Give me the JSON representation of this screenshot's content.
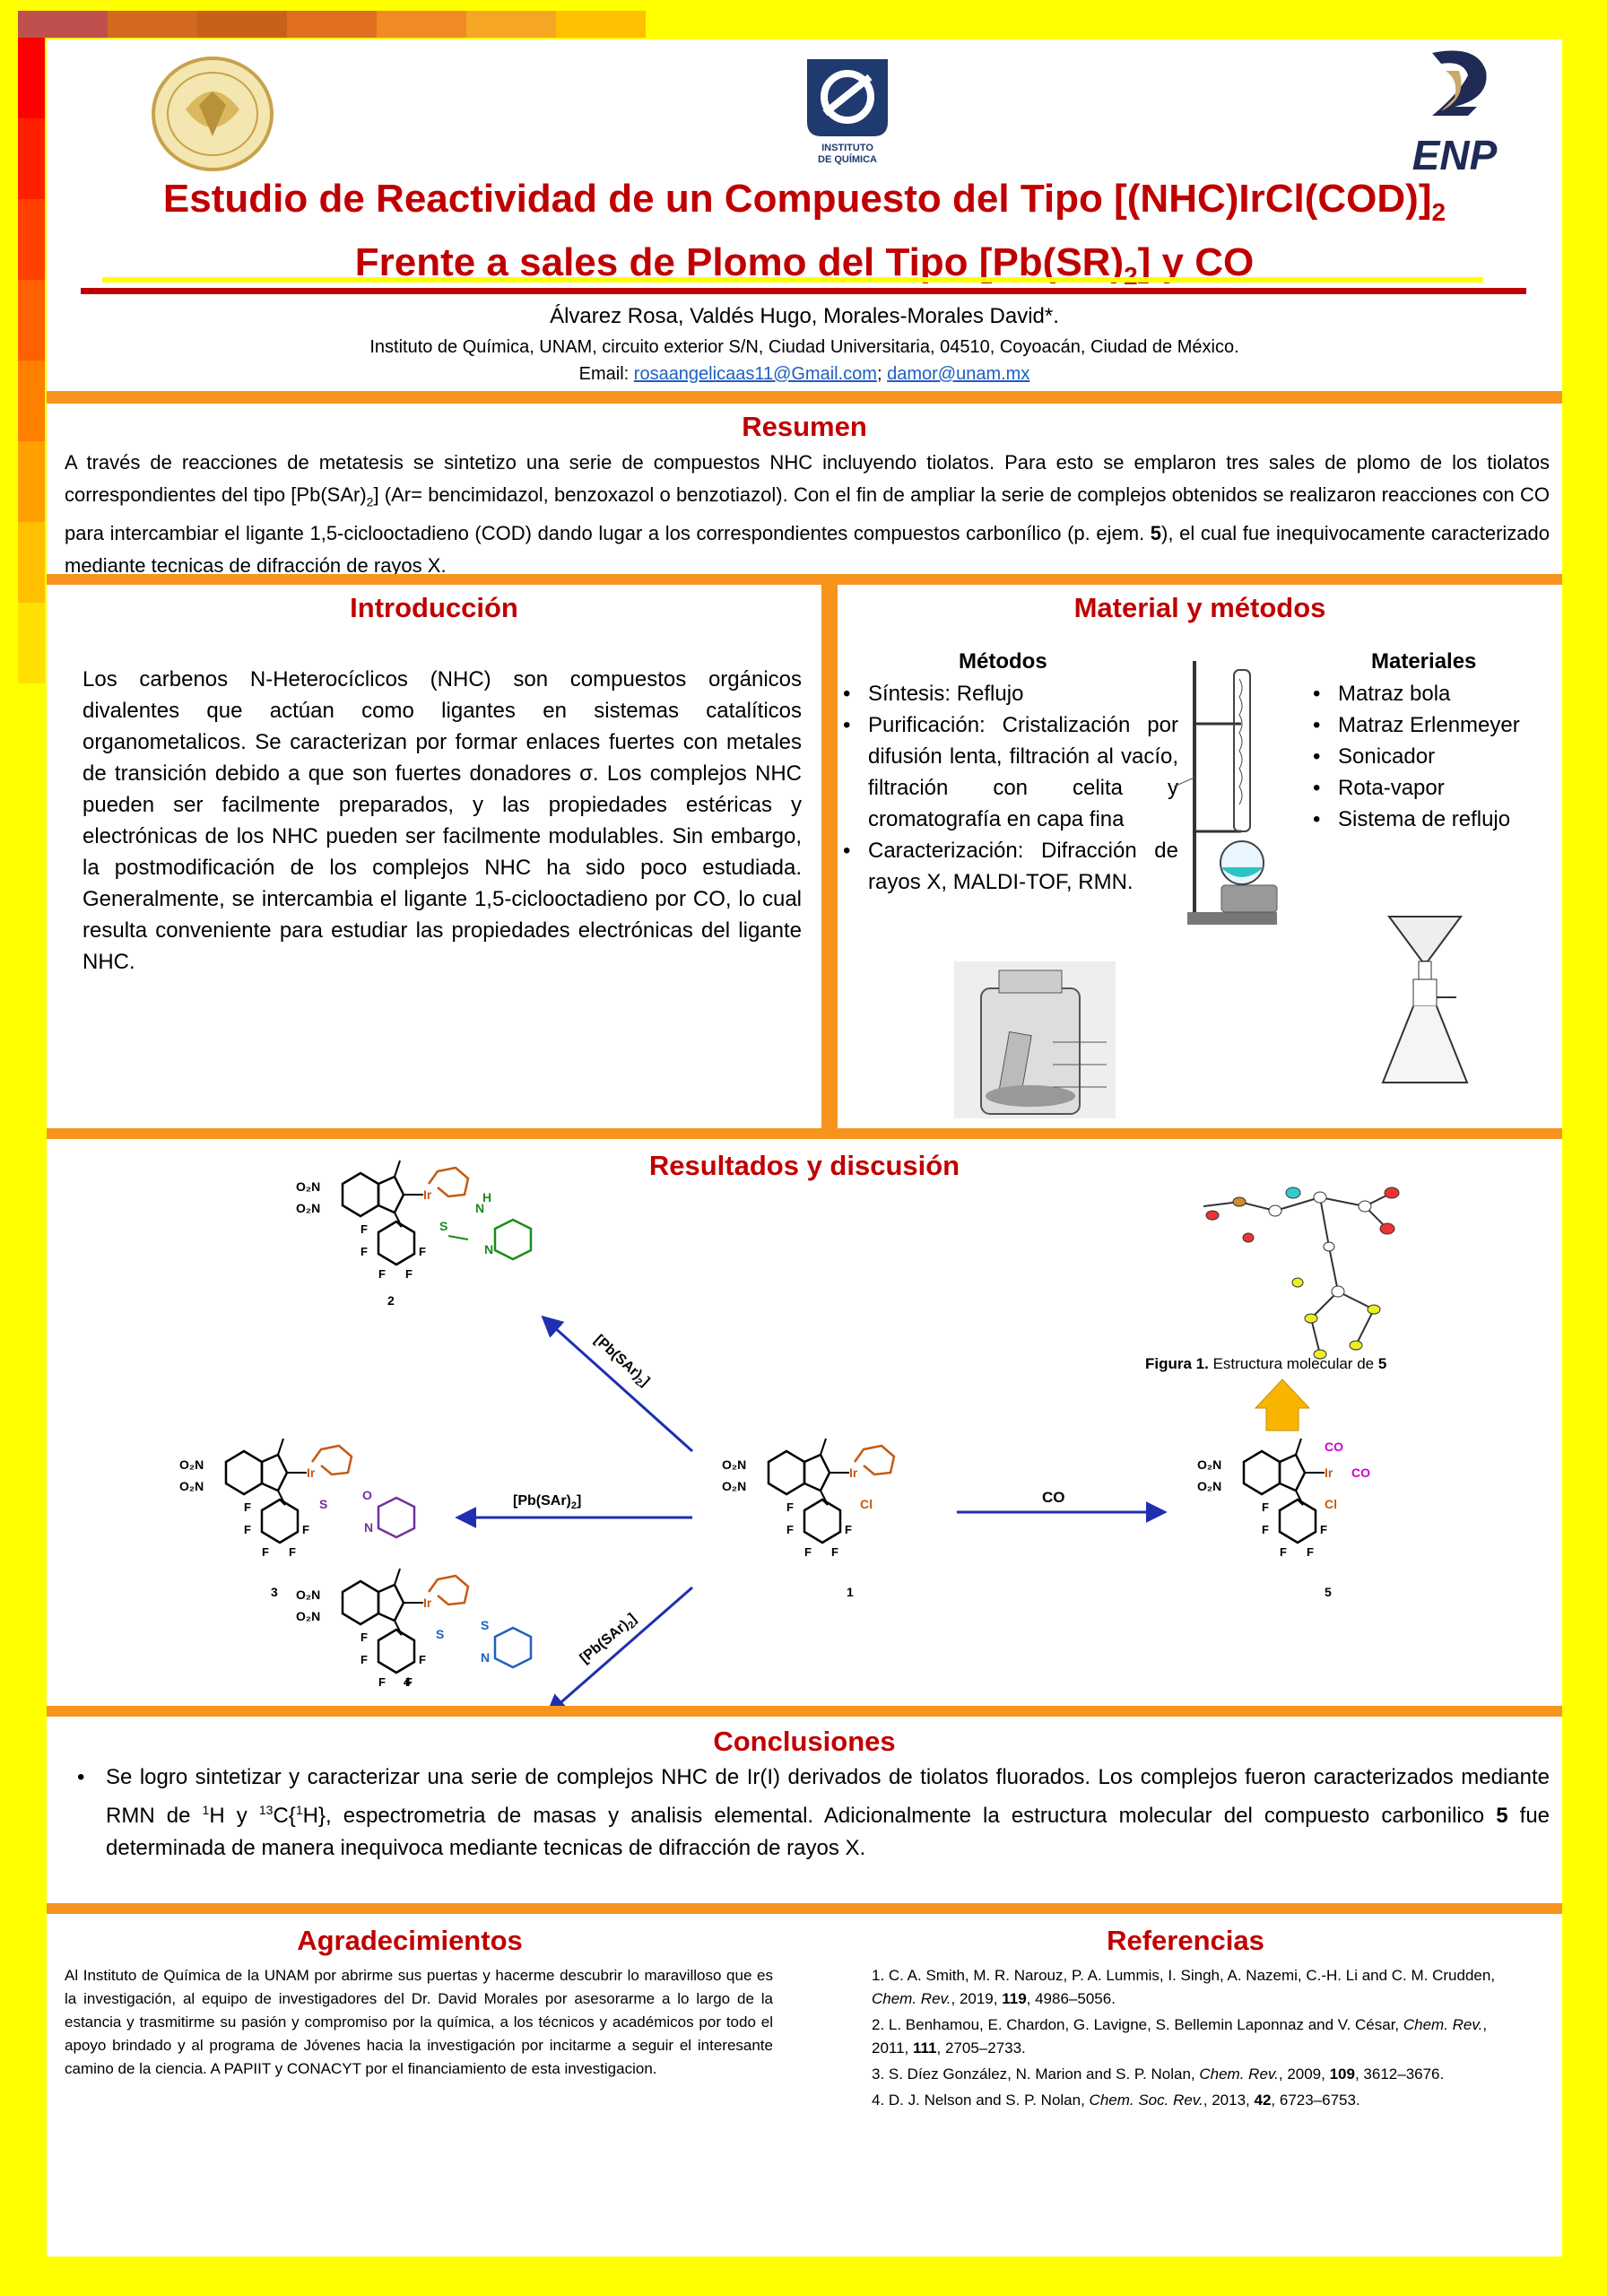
{
  "header": {
    "title_line1": "Estudio de Reactividad de un Compuesto del Tipo [(NHC)IrCl(COD)]",
    "title_line1_sub": "2",
    "title_line2_pre": "Frente a sales de Plomo del Tipo [Pb(SR)",
    "title_line2_sub": "2",
    "title_line2_post": "] y CO",
    "authors": "Álvarez Rosa, Valdés Hugo, Morales-Morales David*.",
    "affiliation": "Instituto de Química, UNAM, circuito exterior S/N, Ciudad Universitaria, 04510, Coyoacán, Ciudad de México.",
    "email_label": "Email: ",
    "email1": "rosaangelicaas11@Gmail.com",
    "email_sep": "; ",
    "email2": "damor@unam.mx",
    "logo_center_text1": "INSTITUTO",
    "logo_center_text2": "DE QUÍMICA",
    "logo_right_text": "ENP"
  },
  "resumen": {
    "title": "Resumen",
    "text_pre": "A través de reacciones de metatesis se sintetizo una serie de compuestos NHC incluyendo tiolatos. Para esto se emplaron tres sales de plomo de los tiolatos correspondientes del tipo [Pb(SAr)",
    "text_sub": "2",
    "text_mid": "] (Ar= bencimidazol, benzoxazol o benzotiazol). Con el fin de ampliar la serie de complejos obtenidos se realizaron reacciones con CO para intercambiar el ligante 1,5-ciclooctadieno (COD) dando lugar a los correspondientes compuestos carbonílico (p. ejem. ",
    "text_bold": "5",
    "text_post": "), el cual fue inequivocamente caracterizado mediante tecnicas de difracción de rayos X."
  },
  "introduccion": {
    "title": "Introducción",
    "text": "Los carbenos  N-Heterocíclicos (NHC) son compuestos orgánicos divalentes que actúan como ligantes en sistemas catalíticos organometalicos. Se caracterizan por formar enlaces fuertes con metales de transición debido a que son fuertes donadores σ. Los complejos NHC pueden ser facilmente preparados, y las propiedades estéricas y electrónicas de los NHC pueden ser facilmente modulables. Sin embargo, la postmodificación de los complejos NHC ha sido poco estudiada. Generalmente, se intercambia el ligante 1,5-ciclooctadieno por CO, lo cual resulta conveniente para estudiar las propiedades electrónicas del ligante NHC."
  },
  "material": {
    "title": "Material y métodos",
    "metodos_title": "Métodos",
    "metodos": [
      "Síntesis: Reflujo",
      "Purificación: Cristalización por difusión lenta, filtración al vacío, filtración con celita y cromatografía en capa fina",
      "Caracterización: Difracción de rayos X, MALDI-TOF, RMN."
    ],
    "materiales_title": "Materiales",
    "materiales": [
      "Matraz bola",
      "Matraz Erlenmeyer",
      "Sonicador",
      "Rota-vapor",
      "Sistema de reflujo"
    ]
  },
  "resultados": {
    "title": "Resultados y discusión",
    "figure_caption_bold": "Figura 1.",
    "figure_caption_text": " Estructura molecular de ",
    "figure_caption_num": "5",
    "arrow_label_up": "[Pb(SAr)",
    "arrow_label_left": "[Pb(SAr)",
    "arrow_label_down": "[Pb(SAr)",
    "arrow_label_sub": "2",
    "arrow_label_close": "]",
    "arrow_label_co": "CO",
    "compound_labels": [
      "1",
      "2",
      "3",
      "4",
      "5"
    ],
    "atom_labels": {
      "o2n": "O₂N",
      "n": "N",
      "ir": "Ir",
      "cl": "Cl",
      "s": "S",
      "f": "F",
      "co": "CO",
      "o": "O",
      "h": "H"
    }
  },
  "conclusiones": {
    "title": "Conclusiones",
    "text_a": "Se logro sintetizar y caracterizar una serie de complejos NHC de Ir(I) derivados de tiolatos fluorados. Los complejos fueron caracterizados mediante RMN de ",
    "sup1": "1",
    "text_b": "H y ",
    "sup2": "13",
    "text_c": "C{",
    "sup3": "1",
    "text_d": "H}, espectrometria de masas y analisis elemental. Adicionalmente la estructura molecular del compuesto carbonilico ",
    "bold": "5",
    "text_e": "  fue determinada de manera inequivoca mediante tecnicas de difracción de rayos X."
  },
  "agradecimientos": {
    "title": "Agradecimientos",
    "text": "Al Instituto de Química de la UNAM por abrirme sus puertas y hacerme descubrir lo maravilloso que es la investigación, al equipo de investigadores del Dr. David Morales por asesorarme a lo largo de la estancia y trasmitirme su pasión y compromiso por la química, a los técnicos y académicos por todo el apoyo brindado y al programa de Jóvenes hacia la investigación por incitarme a seguir el interesante camino de la ciencia. A PAPIIT y CONACYT por el financiamiento de esta investigacion."
  },
  "referencias": {
    "title": "Referencias",
    "items": [
      {
        "pre": "1. C. A. Smith, M. R. Narouz, P. A. Lummis, I. Singh, A. Nazemi, C.-H. Li and C. M. Crudden, ",
        "journal": "Chem. Rev.",
        "mid": ", 2019, ",
        "vol": "119",
        "post": ", 4986–5056."
      },
      {
        "pre": "2. L. Benhamou, E. Chardon, G. Lavigne, S. Bellemin Laponnaz and V. César, ",
        "journal": "Chem. Rev.",
        "mid": ", 2011, ",
        "vol": "111",
        "post": ", 2705–2733."
      },
      {
        "pre": "3. S. Díez González, N. Marion and S. P. Nolan, ",
        "journal": "Chem. Rev.",
        "mid": ", 2009, ",
        "vol": "109",
        "post": ", 3612–3676."
      },
      {
        "pre": "4. D. J. Nelson and S. P. Nolan, ",
        "journal": "Chem. Soc. Rev.",
        "mid": ", 2013, ",
        "vol": "42",
        "post": ", 6723–6753."
      }
    ]
  },
  "colors": {
    "accent_red": "#c00000",
    "orange": "#f7941d",
    "yellow": "#ffff00",
    "blue_arrow": "#1f2fb0"
  }
}
